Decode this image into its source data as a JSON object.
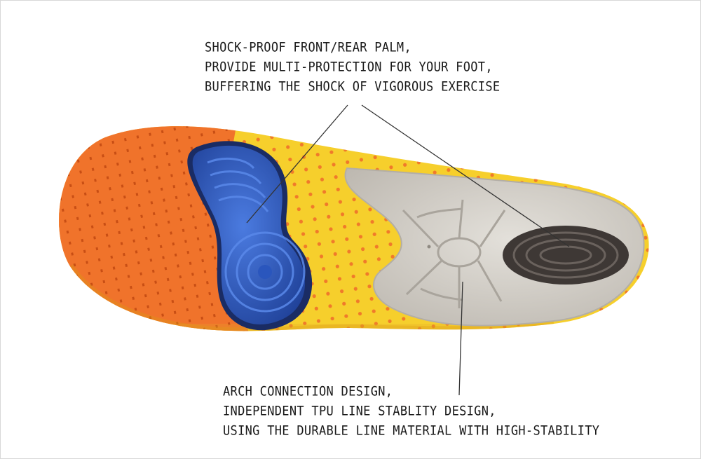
{
  "annotations": {
    "top": [
      "SHOCK-PROOF FRONT/REAR PALM,",
      "PROVIDE MULTI-PROTECTION FOR YOUR FOOT,",
      "BUFFERING THE SHOCK OF VIGOROUS EXERCISE"
    ],
    "bottom": [
      "ARCH CONNECTION DESIGN,",
      "INDEPENDENT TPU LINE STABLITY DESIGN,",
      "USING THE DURABLE LINE MATERIAL WITH HIGH-STABILITY"
    ]
  },
  "colors": {
    "toe": "#f0732b",
    "body": "#f6cf2c",
    "front_pad": "#2f5fc4",
    "heel_cup": "#d7d3cc",
    "heel_pad": "#4a4340",
    "perforation_orange": "#f08a3a",
    "line": "#333333"
  }
}
